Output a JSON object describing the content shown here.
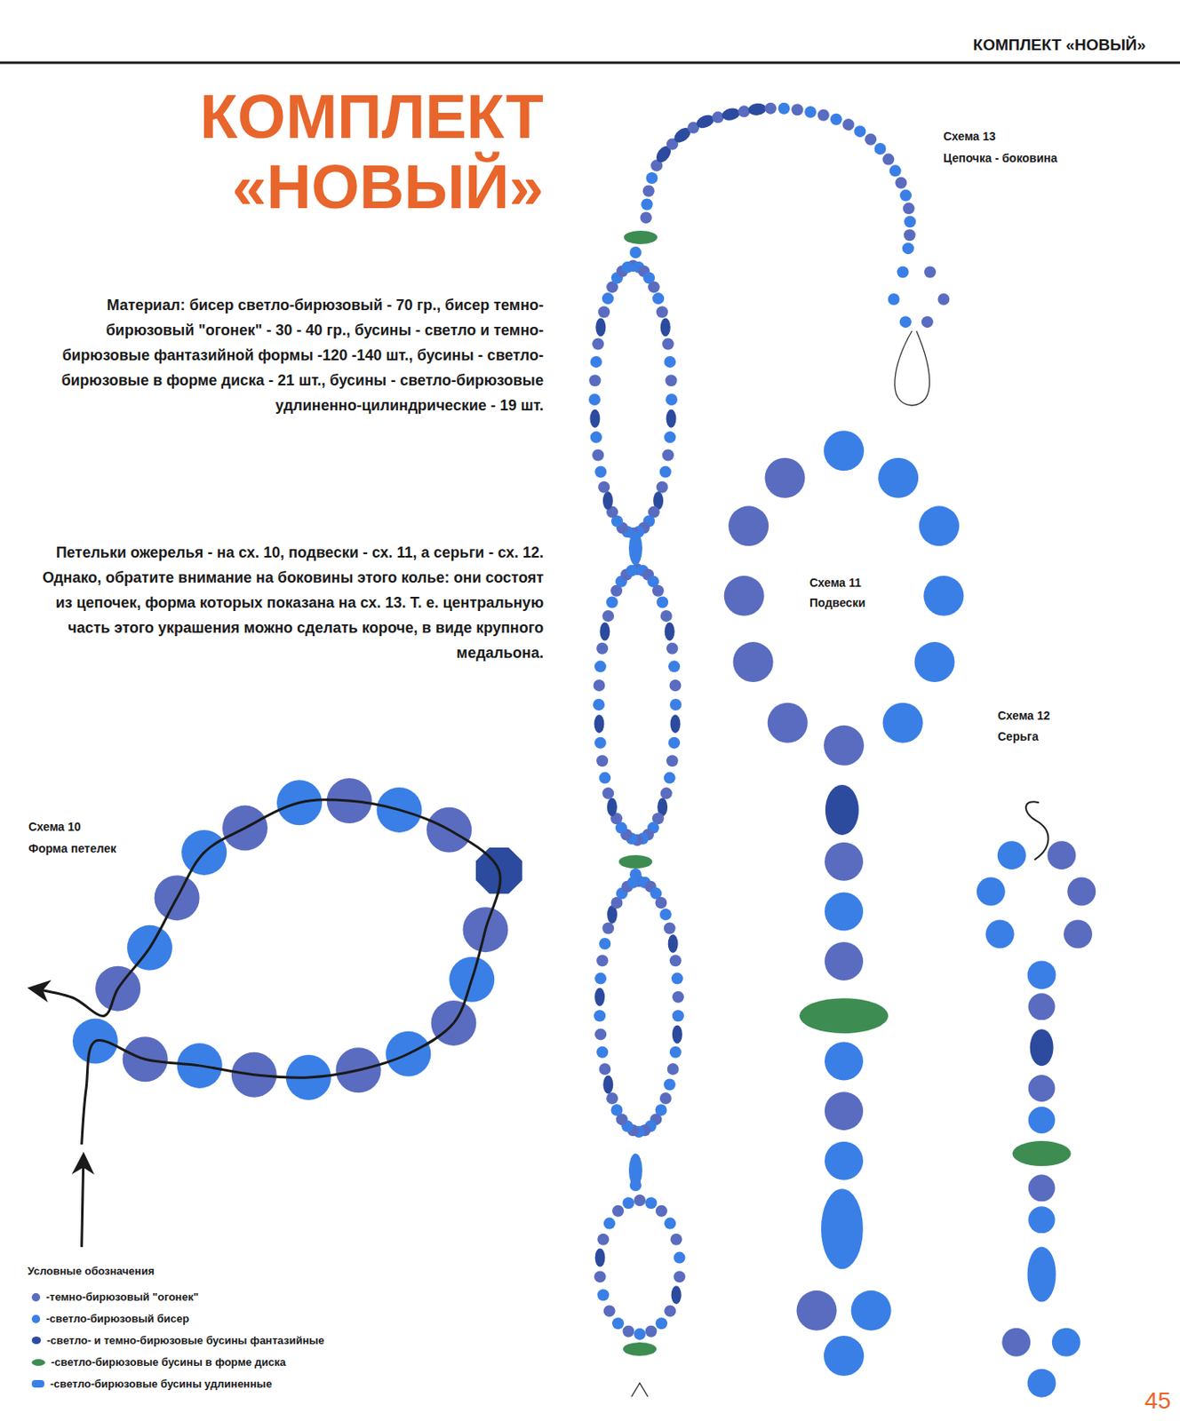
{
  "diagram": {
    "title": "КОМПЛЕКТ «НОВЫЙ»",
    "labels": [
      "КОМПЛЕКТ «НОВЫЙ»",
      "Материал: бисер светло-бирюзовый - 70 гр., бисер темно-бирюзовый \"огонек\" - 30 - 40 гр., бусины - светло и темно-бирюзовые фантазийной формы -120 -140 шт., бусины - светло-бирюзовые в форме диска - 21 шт., бусины - светло-бирюзовые удлиненно-цилиндрические - 19 шт.",
      "Петельки ожерелья - на сх. 10, подвески - сх. 11, а серьги - сх. 12. Однако, обратите внимание на боковины этого колье: они состоят из цепочек, форма которых показана на сх. 13. Т. е. центральную часть этого украшения можно сделать короче, в виде крупного медальона.",
      "Схема 13",
      "Цепочка - боковина",
      "Схема 11",
      "Подвески",
      "Схема 12",
      "Серьга",
      "Схема 10",
      "Форма петелек",
      "Условные обозначения",
      "45"
    ],
    "legend": [
      {
        "text": "-темно-бирюзовый \"огонек\"",
        "color": "#5a6cbf"
      },
      {
        "text": "-светло-бирюзовый бисер",
        "color": "#3a7fe6"
      },
      {
        "text": "-светло- и темно-бирюзовые бусины фантазийные",
        "color": "#2c4b9e"
      },
      {
        "text": "-светло-бирюзовые бусины в форме диска",
        "color": "#3d8c52"
      },
      {
        "text": "-светло-бирюзовые бусины удлиненные",
        "color": "#3a7fe6"
      }
    ]
  }
}
